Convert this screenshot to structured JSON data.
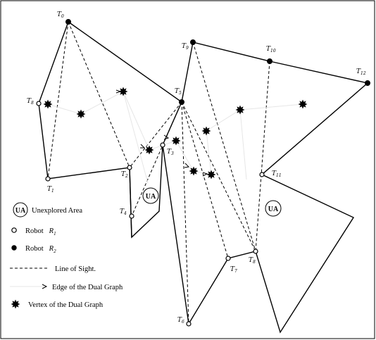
{
  "vertices": [
    {
      "id": "T0",
      "label": "T",
      "sub": "0",
      "type": "r2"
    },
    {
      "id": "T1",
      "label": "T",
      "sub": "1",
      "type": "r1"
    },
    {
      "id": "T2",
      "label": "T",
      "sub": "2",
      "type": "r1"
    },
    {
      "id": "T3",
      "label": "T",
      "sub": "3",
      "type": "r1"
    },
    {
      "id": "T4",
      "label": "T",
      "sub": "4",
      "type": "r1"
    },
    {
      "id": "T5",
      "label": "T",
      "sub": "5",
      "type": "r2"
    },
    {
      "id": "T6",
      "label": "T",
      "sub": "6",
      "type": "r1"
    },
    {
      "id": "T7",
      "label": "T",
      "sub": "7",
      "type": "r1"
    },
    {
      "id": "T8",
      "label": "T",
      "sub": "8",
      "type": "r1"
    },
    {
      "id": "T9",
      "label": "T",
      "sub": "9",
      "type": "r2"
    },
    {
      "id": "T10",
      "label": "T",
      "sub": "10",
      "type": "r2"
    },
    {
      "id": "T11",
      "label": "T",
      "sub": "11",
      "type": "r1"
    },
    {
      "id": "T12",
      "label": "T",
      "sub": "12",
      "type": "r2"
    },
    {
      "id": "T8a",
      "label": "T",
      "sub": "8",
      "type": "r1"
    }
  ],
  "unexplored_areas": [
    {
      "id": "ua1",
      "text": "UA"
    },
    {
      "id": "ua2",
      "text": "UA"
    }
  ],
  "legend": {
    "ua_symbol": "UA",
    "ua_label": "Unexplored Area",
    "robot1_label": "Robot",
    "robot1_name": "R",
    "robot1_sub": "1",
    "robot2_label": "Robot",
    "robot2_name": "R",
    "robot2_sub": "2",
    "los_label": "Line of Sight.",
    "dual_edge_label": "Edge of the Dual Graph",
    "dual_vertex_label": "Vertex of the Dual Graph"
  }
}
